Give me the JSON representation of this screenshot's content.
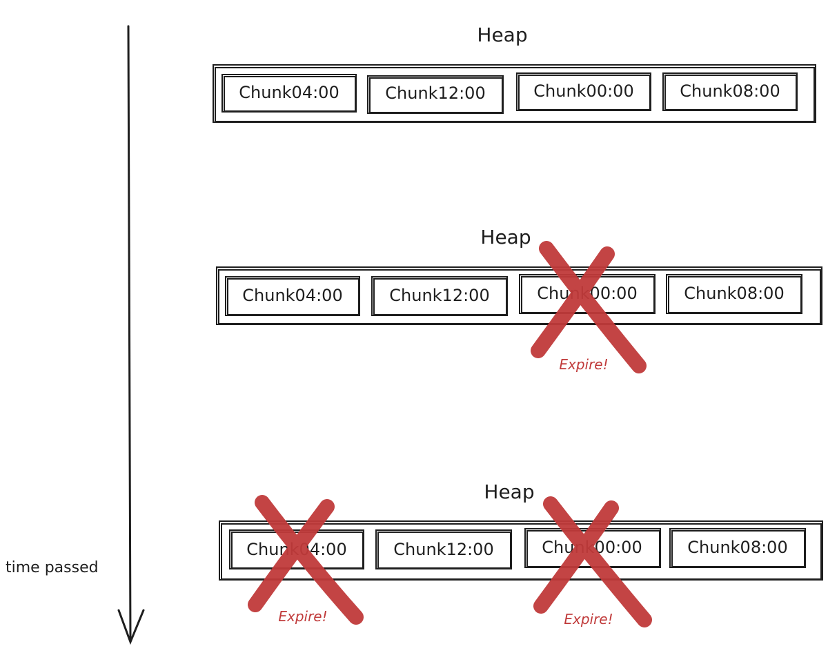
{
  "colors": {
    "ink": "#1e1e1e",
    "expire": "#c03a3a"
  },
  "timeline": {
    "label": "time passed"
  },
  "heaps": [
    {
      "title": "Heap",
      "chunks": [
        {
          "label": "Chunk04:00",
          "expired": false
        },
        {
          "label": "Chunk12:00",
          "expired": false
        },
        {
          "label": "Chunk00:00",
          "expired": false
        },
        {
          "label": "Chunk08:00",
          "expired": false
        }
      ]
    },
    {
      "title": "Heap",
      "chunks": [
        {
          "label": "Chunk04:00",
          "expired": false
        },
        {
          "label": "Chunk12:00",
          "expired": false
        },
        {
          "label": "Chunk00:00",
          "expired": true,
          "mark_label": "Expire!"
        },
        {
          "label": "Chunk08:00",
          "expired": false
        }
      ]
    },
    {
      "title": "Heap",
      "chunks": [
        {
          "label": "Chunk04:00",
          "expired": true,
          "mark_label": "Expire!"
        },
        {
          "label": "Chunk12:00",
          "expired": false
        },
        {
          "label": "Chunk00:00",
          "expired": true,
          "mark_label": "Expire!"
        },
        {
          "label": "Chunk08:00",
          "expired": false
        }
      ]
    }
  ]
}
